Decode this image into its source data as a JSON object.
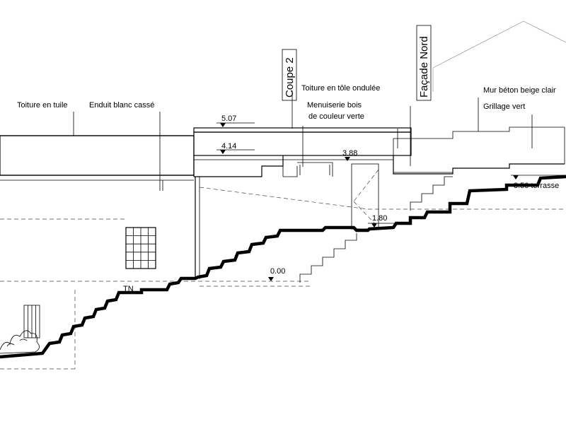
{
  "annotations": {
    "toiture_tuile": "Toiture en tuile",
    "enduit": "Enduit blanc cassé",
    "toiture_tole": "Toiture en tôle ondulée",
    "menuiserie_l1": "Menuiserie bois",
    "menuiserie_l2": "de couleur verte",
    "mur_beton": "Mur béton beige clair",
    "grillage": "Grillage vert",
    "tn": "TN"
  },
  "section_titles": {
    "coupe": "Coupe 2",
    "facade": "Façade Nord"
  },
  "levels": {
    "l_507": "5.07",
    "l_414": "4.14",
    "l_388": "3.88",
    "l_350": "3.50 terrasse",
    "l_180": "1.80",
    "l_000": "0.00"
  }
}
